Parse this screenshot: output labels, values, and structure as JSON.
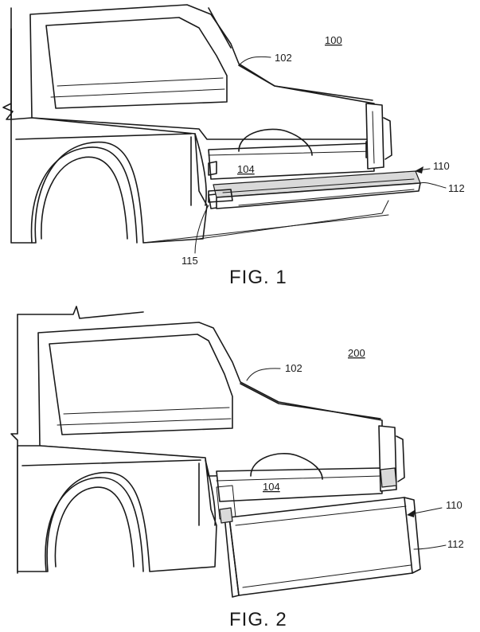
{
  "figures": [
    {
      "caption": "FIG. 1",
      "figure_number": "100",
      "labels": {
        "cab": "102",
        "bed": "104",
        "panel": "110",
        "edge": "112",
        "latch": "115"
      }
    },
    {
      "caption": "FIG. 2",
      "figure_number": "200",
      "labels": {
        "cab": "102",
        "bed": "104",
        "panel": "110",
        "edge": "112"
      }
    }
  ]
}
